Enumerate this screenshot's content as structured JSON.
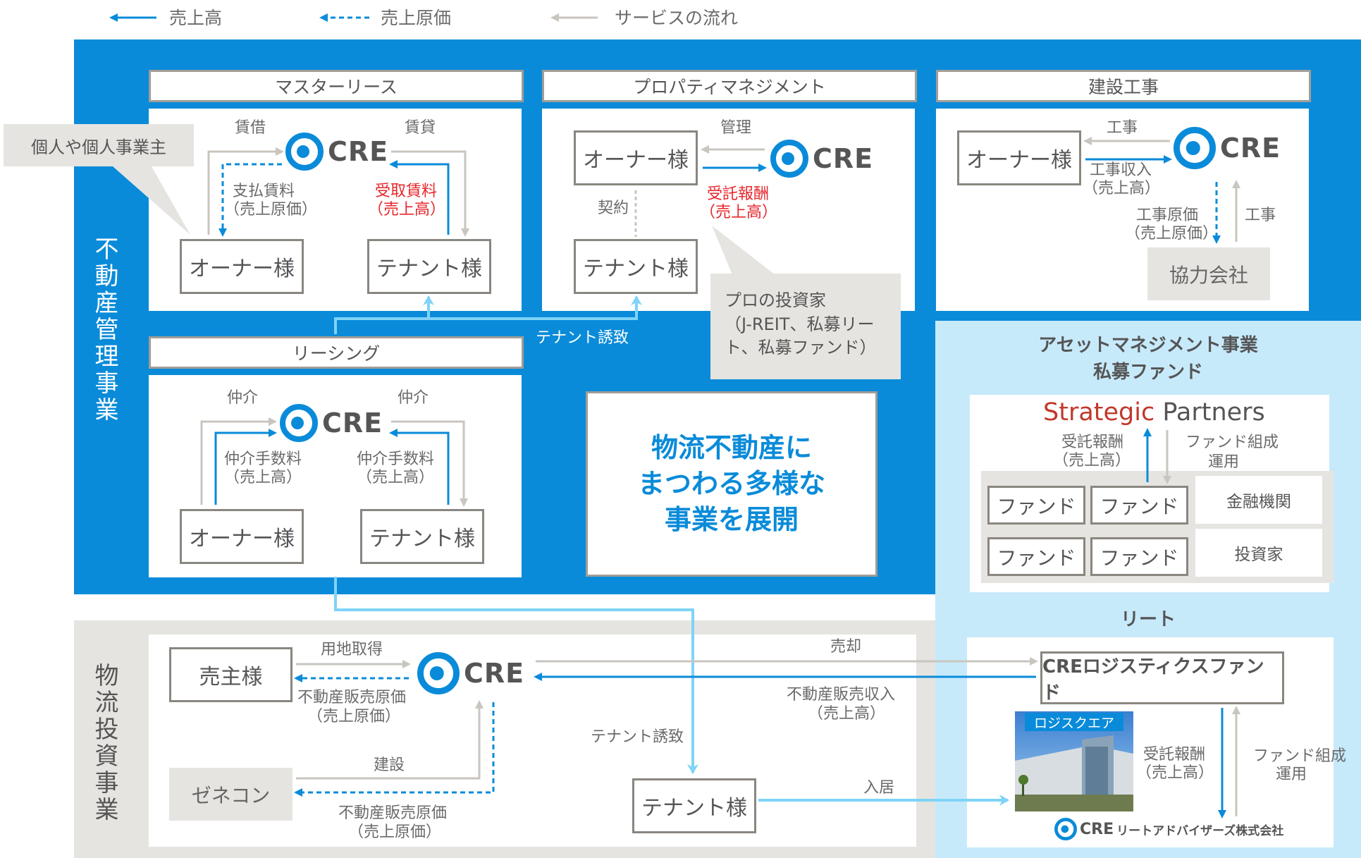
{
  "legend": {
    "sales": "売上高",
    "cost": "売上原価",
    "service": "サービスの流れ"
  },
  "sections": {
    "real_estate_mgmt": "不動産管理事業",
    "logistics_invest": "物流投資事業",
    "asset_mgmt": "アセットマネジメント事業",
    "private_fund": "私募ファンド",
    "reit": "リート"
  },
  "master_lease": {
    "title": "マスターリース",
    "lease_in": "賃借",
    "lease_out": "賃貸",
    "rent_paid": "支払賃料",
    "rent_paid_sub": "（売上原価）",
    "rent_recv": "受取賃料",
    "rent_recv_sub": "（売上高）",
    "owner": "オーナー様",
    "tenant": "テナント様",
    "bubble": "個人や個人事業主"
  },
  "property_mgmt": {
    "title": "プロパティマネジメント",
    "owner": "オーナー様",
    "tenant": "テナント様",
    "manage": "管理",
    "contract": "契約",
    "fee": "受託報酬",
    "fee_sub": "（売上高）",
    "bubble_l1": "プロの投資家",
    "bubble_l2": "（J-REIT、私募リー",
    "bubble_l3": "ト、私募ファンド）"
  },
  "construction": {
    "title": "建設工事",
    "owner": "オーナー様",
    "work": "工事",
    "work_income": "工事収入",
    "work_income_sub": "（売上高）",
    "work_cost": "工事原価",
    "work_cost_sub": "（売上原価）",
    "work2": "工事",
    "partner": "協力会社"
  },
  "leasing": {
    "title": "リーシング",
    "broker_l": "仲介",
    "broker_r": "仲介",
    "fee_l": "仲介手数料",
    "fee_l_sub": "（売上高）",
    "fee_r": "仲介手数料",
    "fee_r_sub": "（売上高）",
    "owner": "オーナー様",
    "tenant": "テナント様",
    "tenant_invite": "テナント誘致"
  },
  "callout": {
    "l1": "物流不動産に",
    "l2": "まつわる多様な",
    "l3": "事業を展開"
  },
  "logistics": {
    "seller": "売主様",
    "land": "用地取得",
    "cost_sale": "不動産販売原価",
    "cost_sale_sub": "（売上原価）",
    "zenecon": "ゼネコン",
    "build": "建設",
    "cost_sale2": "不動産販売原価",
    "cost_sale2_sub": "（売上原価）",
    "tenant_invite": "テナント誘致",
    "tenant": "テナント様",
    "move_in": "入居",
    "sell": "売却",
    "sale_income": "不動産販売収入",
    "sale_income_sub": "（売上高）"
  },
  "asset": {
    "sp_strategic": "Strategic",
    "sp_partners": "Partners",
    "fee": "受託報酬",
    "fee_sub": "（売上高）",
    "fund_form": "ファンド組成",
    "fund_op": "運用",
    "fund": "ファンド",
    "bank": "金融機関",
    "investor": "投資家"
  },
  "reit": {
    "fund_name": "CREロジスティクスファンド",
    "photo_label": "ロジスクエア",
    "fee": "受託報酬",
    "fee_sub": "（売上高）",
    "fund_form": "ファンド組成",
    "fund_op": "運用",
    "advisor": "リートアドバイザーズ株式会社",
    "advisor_cre": "CRE"
  },
  "brand": "CRE",
  "colors": {
    "blue": "#0a8bd9",
    "light_blue": "#c7eafb",
    "arrow_light": "#7fd3f7",
    "gray": "#e6e4e0",
    "red": "#e8262b"
  }
}
